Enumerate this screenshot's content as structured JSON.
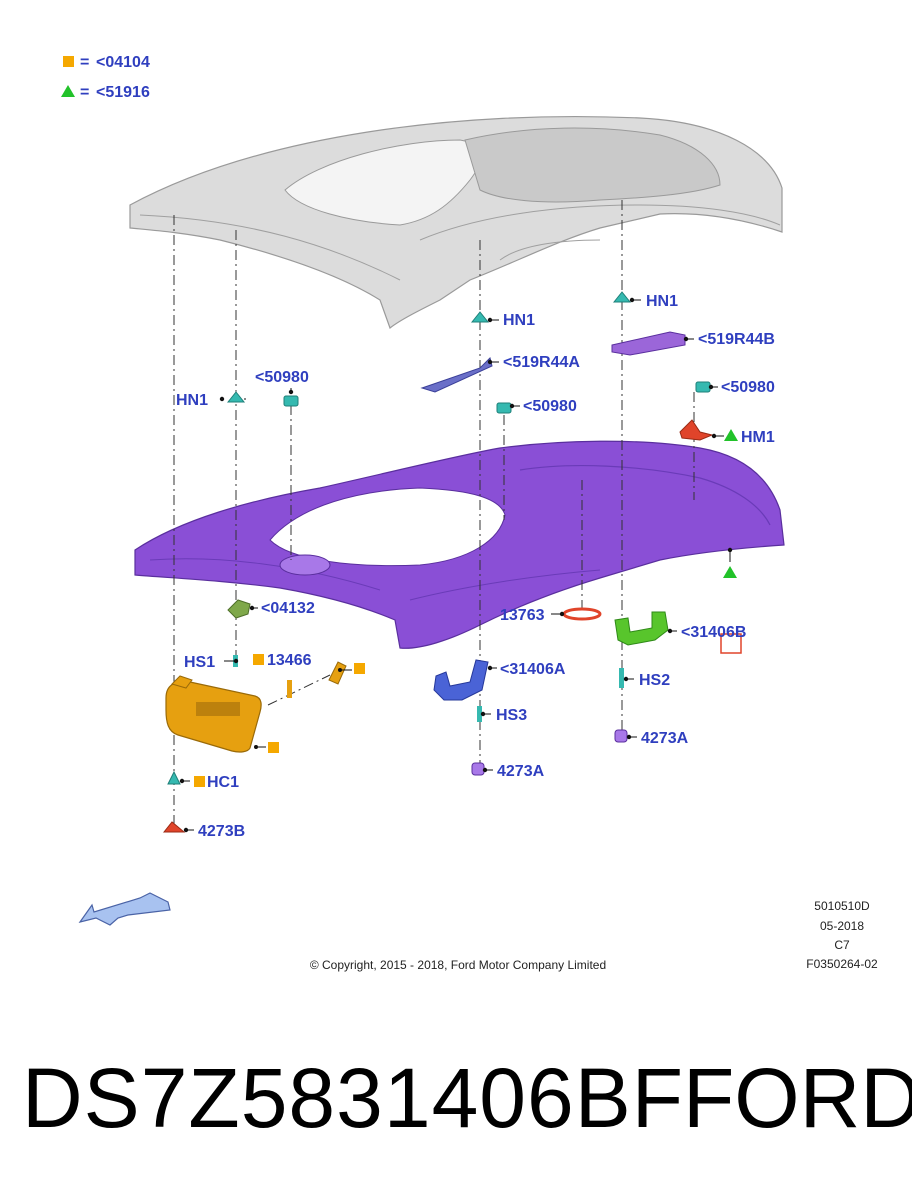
{
  "legend": [
    {
      "symbol": "square",
      "color": "#f5a800",
      "eq": "=",
      "text": "<04104"
    },
    {
      "symbol": "triangle",
      "color": "#22c22a",
      "eq": "=",
      "text": "<51916"
    }
  ],
  "callouts": {
    "hn1_a": "HN1",
    "hn1_b": "HN1",
    "hn1_c": "HN1",
    "r50980_a": "<50980",
    "r50980_b": "<50980",
    "r50980_c": "<50980",
    "r519r44a": "<519R44A",
    "r519r44b": "<519R44B",
    "hm1": "HM1",
    "r04132": "<04132",
    "hs1": "HS1",
    "p13466": "13466",
    "p13763": "13763",
    "r31406b": "<31406B",
    "r31406a": "<31406A",
    "hs2": "HS2",
    "hs3": "HS3",
    "p4273a_1": "4273A",
    "p4273a_2": "4273A",
    "hc1": "HC1",
    "p4273b": "4273B"
  },
  "footer": {
    "code": "5010510D",
    "date": "05-2018",
    "rev": "C7",
    "figure": "F0350264-02",
    "copyright": "© Copyright, 2015 - 2018, Ford Motor Company Limited"
  },
  "product": {
    "part_number": "DS7Z5831406BF",
    "brand": "FORD"
  },
  "colors": {
    "label_blue": "#2f3fbf",
    "headliner_purple": "#8a4fd6",
    "roof_gray": "#d8d8d8",
    "visor_orange": "#e6a010",
    "handle_green": "#58c52c",
    "handle_blue": "#4a63d6",
    "clip_teal": "#35b9b0",
    "red_part": "#e0442a"
  }
}
